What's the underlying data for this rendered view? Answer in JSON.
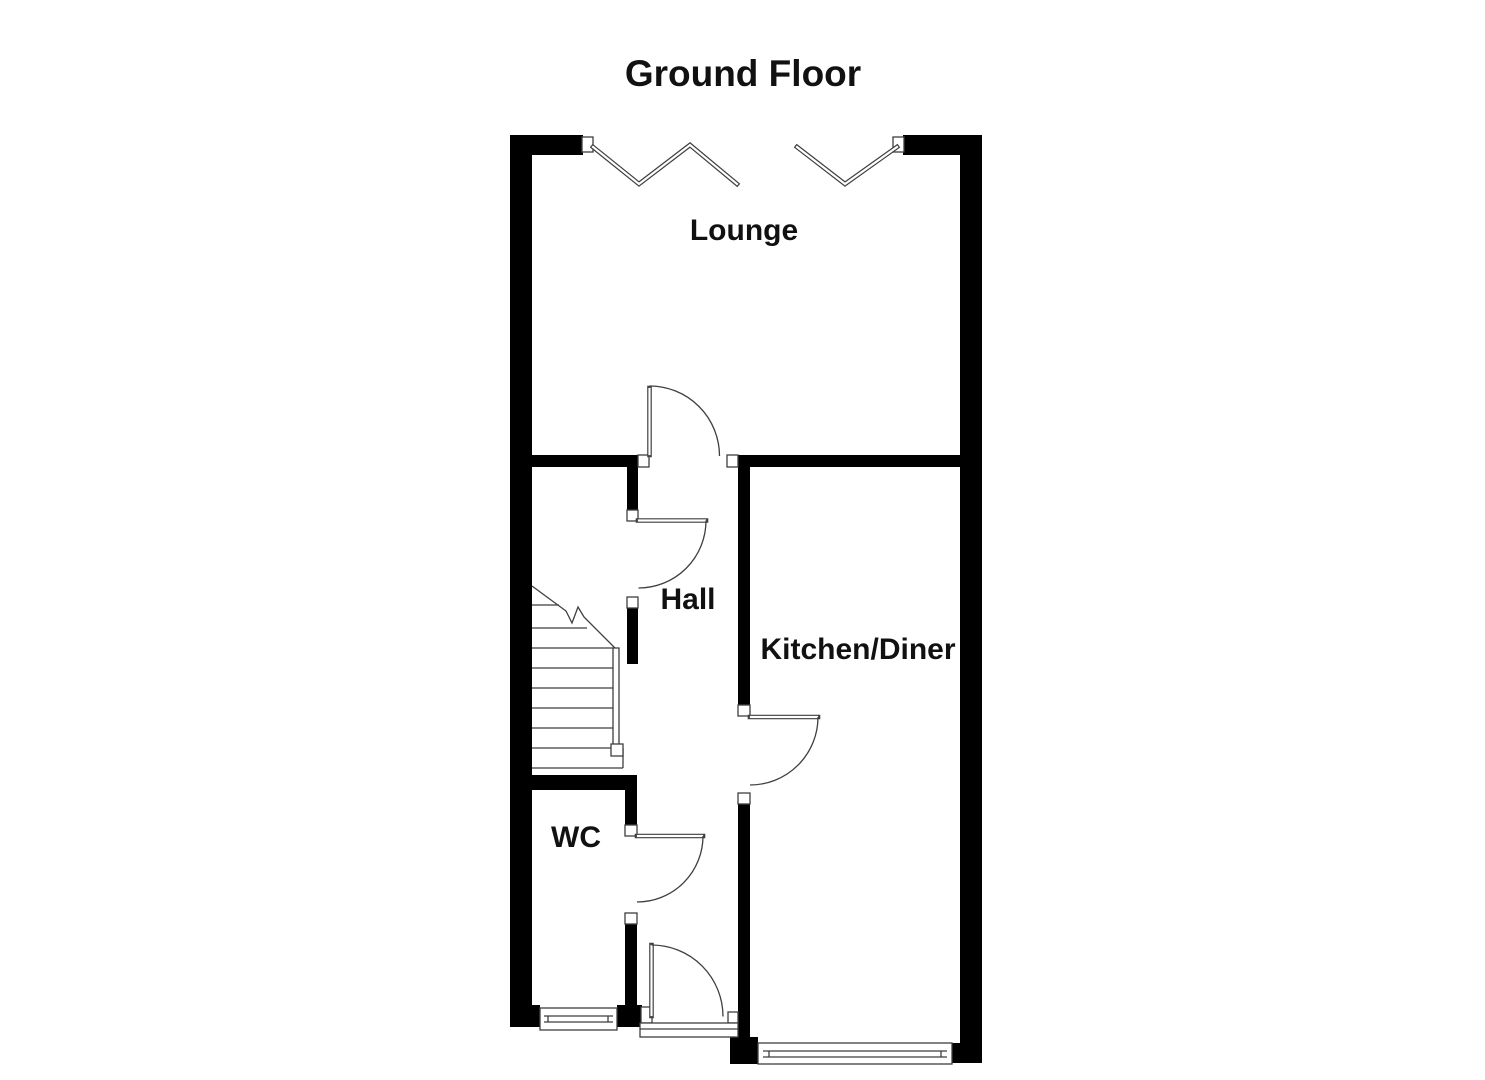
{
  "title": "Ground Floor",
  "rooms": [
    {
      "label": "Lounge"
    },
    {
      "label": "Hall"
    },
    {
      "label": "Kitchen/Diner"
    },
    {
      "label": "WC"
    }
  ],
  "colors": {
    "wall": "#000000",
    "line": "#3f3f3f",
    "background": "#ffffff",
    "text": "#111111"
  }
}
